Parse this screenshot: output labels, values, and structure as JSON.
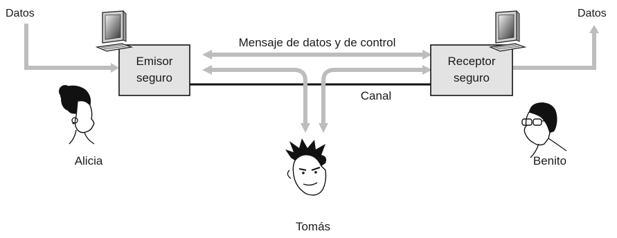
{
  "labels": {
    "data_in": "Datos",
    "data_out": "Datos",
    "message": "Mensaje de datos y de control",
    "channel": "Canal",
    "alice": "Alicia",
    "bob": "Benito",
    "trudy": "Tomás"
  },
  "sender": {
    "line1": "Emisor",
    "line2": "seguro"
  },
  "receiver": {
    "line1": "Receptor",
    "line2": "seguro"
  },
  "colors": {
    "box_fill": "#e3e3e3",
    "arrow": "#bdbdbd",
    "channel_line": "#111111",
    "text": "#1a1a1a"
  },
  "icons": [
    "computer-icon",
    "person-icon"
  ]
}
